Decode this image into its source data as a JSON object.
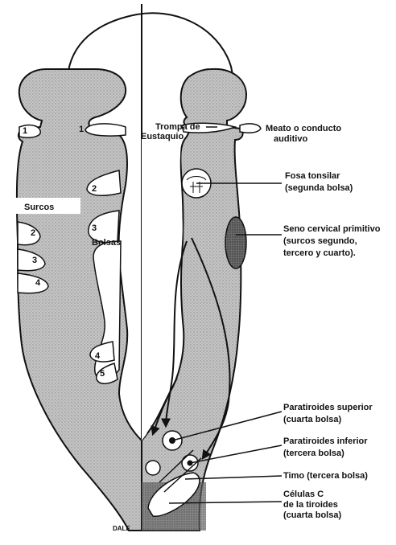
{
  "labels": {
    "surcos": "Surcos",
    "bolsas": "Bolsas",
    "trompa_line1": "Trompa de",
    "trompa_line2": "Eustaquio",
    "meato_line1": "Meato o conducto",
    "meato_line2": "auditivo",
    "fosa_line1": "Fosa tonsilar",
    "fosa_line2": "(segunda bolsa)",
    "seno_line1": "Seno cervical primitivo",
    "seno_line2": "(surcos segundo,",
    "seno_line3": "tercero y cuarto).",
    "parasup_line1": "Paratiroides superior",
    "parasup_line2": "(cuarta bolsa)",
    "parainf_line1": "Paratiroides inferior",
    "parainf_line2": "(tercera bolsa)",
    "timo": "Timo (tercera bolsa)",
    "celulas_line1": "Células C",
    "celulas_line2": "de la tiroides",
    "celulas_line3": "(cuarta bolsa)",
    "signature": "DALE"
  },
  "numbers": {
    "left_1": "1",
    "right_1": "1",
    "pouch_2": "2",
    "pouch_3": "3",
    "groove_2": "2",
    "groove_3": "3",
    "groove_4": "4",
    "pouch_4": "4",
    "pouch_5": "5"
  },
  "colors": {
    "tissue": "#b3b3b3",
    "ink": "#111111",
    "background": "#ffffff",
    "sinus": "#5a5a5a"
  }
}
